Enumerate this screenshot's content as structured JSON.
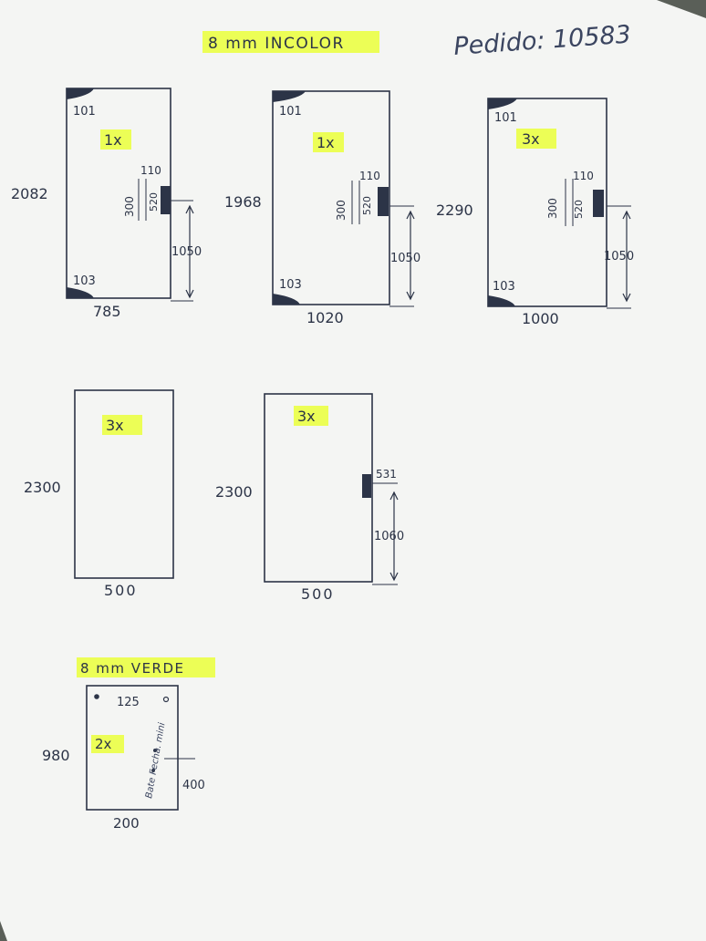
{
  "header": {
    "glass_clear": "8 mm INCOLOR",
    "order": "Pedido: 10583",
    "glass_green": "8 mm VERDE"
  },
  "panels": [
    {
      "qty": "1x",
      "width": "785",
      "height": "2082",
      "hole_top": "101",
      "hole_bottom": "103",
      "lock_code": "110",
      "lock_w": "300",
      "lock_h": "520",
      "lock_pos": "1050"
    },
    {
      "qty": "1x",
      "width": "1020",
      "height": "1968",
      "hole_top": "101",
      "hole_bottom": "103",
      "lock_code": "110",
      "lock_w": "300",
      "lock_h": "520",
      "lock_pos": "1050"
    },
    {
      "qty": "3x",
      "width": "1000",
      "height": "2290",
      "hole_top": "101",
      "hole_bottom": "103",
      "lock_code": "110",
      "lock_w": "300",
      "lock_h": "520",
      "lock_pos": "1050"
    },
    {
      "qty": "3x",
      "width": "500",
      "height": "2300"
    },
    {
      "qty": "3x",
      "width": "500",
      "height": "2300",
      "lock_code": "531",
      "lock_pos": "1060"
    },
    {
      "qty": "2x",
      "width": "200",
      "height": "980",
      "top_note": "125",
      "side_note": "Bate Fecha. mini",
      "side_pos": "400"
    }
  ],
  "colors": {
    "ink": "#2c3447",
    "highlight": "#eaff3a",
    "paper": "#f4f5f3"
  }
}
